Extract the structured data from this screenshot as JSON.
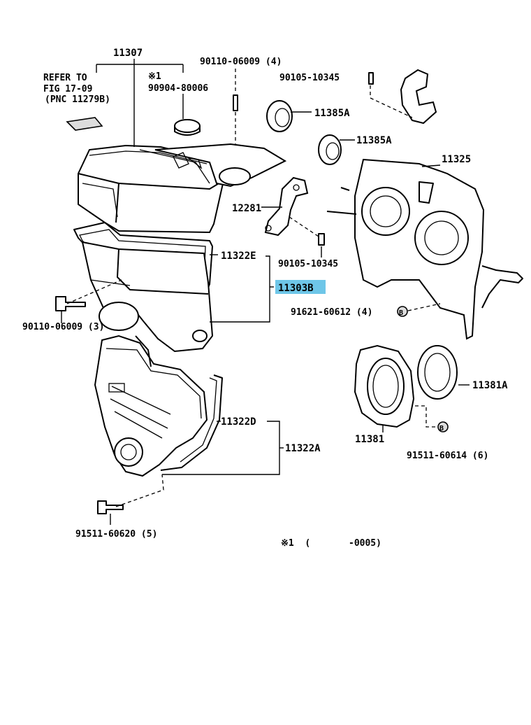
{
  "accent_color": "#6ec6e8",
  "labels": {
    "p11307": "11307",
    "refer_line1": "REFER TO",
    "refer_line2": "FIG 17-09",
    "refer_line3": "(PNC 11279B)",
    "note_mark": "※1",
    "p90904": "90904-80006",
    "p90110_top": "90110-06009 (4)",
    "p90105_top": "90105-10345",
    "p11385a_1": "11385A",
    "p11385a_2": "11385A",
    "p11325": "11325",
    "p12281": "12281",
    "p90105_mid": "90105-10345",
    "p11322e": "11322E",
    "p11303b": "11303B",
    "p90110_left": "90110-06009 (3)",
    "p91621": "91621-60612 (4)",
    "bolt_b1": "B",
    "p11381a": "11381A",
    "p11322d": "11322D",
    "p11322a": "11322A",
    "p11381": "11381",
    "bolt_b2": "B",
    "p91511_6": "91511-60614 (6)",
    "p91511_5": "91511-60620 (5)",
    "footnote": "※1  (       -0005)"
  }
}
